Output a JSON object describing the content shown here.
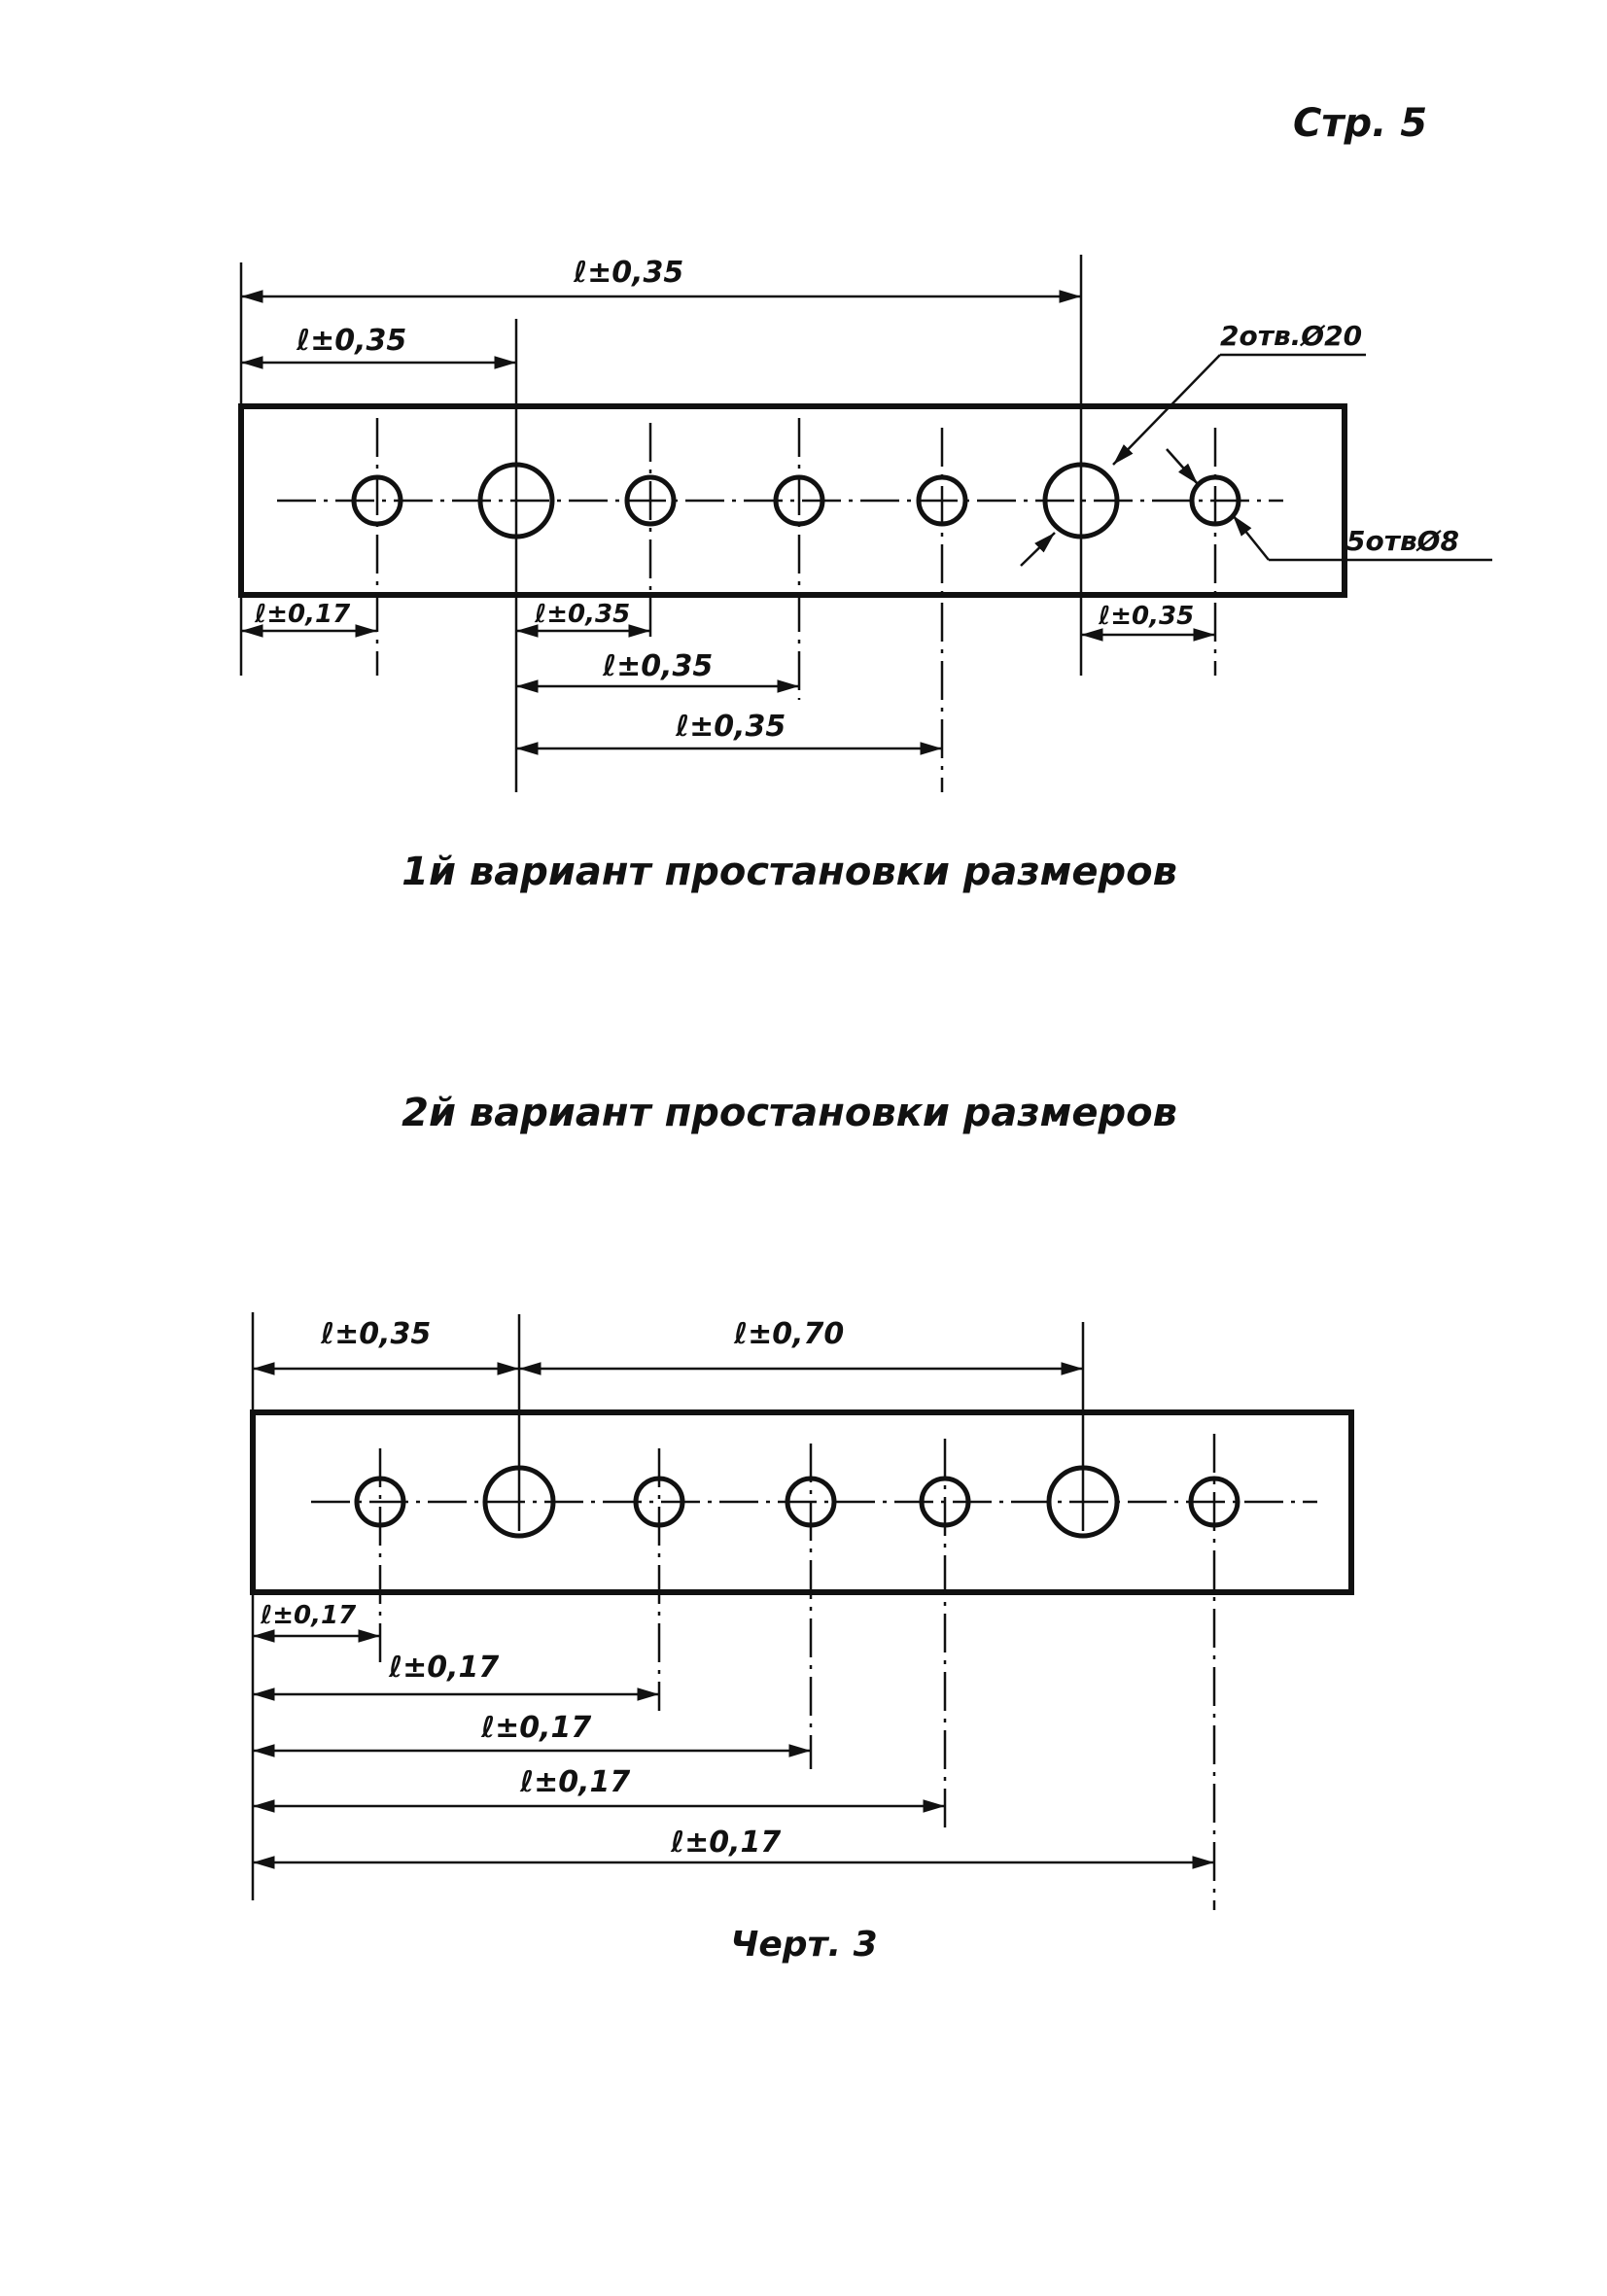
{
  "page_label": "Стр. 5",
  "variant1": {
    "caption": "1й вариант простановки размеров",
    "dims": {
      "overall": "ℓ±0,35",
      "first_big": "ℓ±0,35",
      "edge_first": "ℓ±0,17",
      "pitch_a": "ℓ±0,35",
      "pitch_b": "ℓ±0,35",
      "pitch_c": "ℓ±0,35",
      "last_pair": "ℓ±0,35"
    },
    "callout_big": "2отв.Ø20",
    "callout_small": "5отвØ8"
  },
  "variant2": {
    "caption": "2й вариант простановки размеров",
    "dims": {
      "top_left": "ℓ±0,35",
      "top_right": "ℓ±0,70",
      "b1": "ℓ±0,17",
      "b2": "ℓ±0,17",
      "b3": "ℓ±0,17",
      "b4": "ℓ±0,17",
      "b5": "ℓ±0,17"
    }
  },
  "figure_label": "Черт. 3"
}
